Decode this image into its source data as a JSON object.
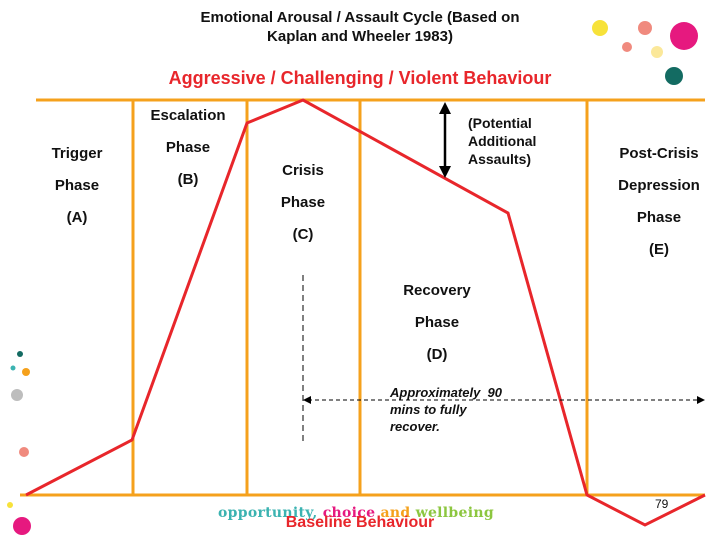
{
  "title_line1": "Emotional Arousal / Assault Cycle (Based on",
  "title_line2": "Kaplan and Wheeler 1983)",
  "top_label": "Aggressive / Challenging / Violent Behaviour",
  "bottom_label": "Baseline Behaviour",
  "phases": {
    "trigger": {
      "l1": "Trigger",
      "l2": "Phase",
      "l3": "(A)"
    },
    "escalation": {
      "l1": "Escalation",
      "l2": "Phase",
      "l3": "(B)"
    },
    "crisis": {
      "l1": "Crisis",
      "l2": "Phase",
      "l3": "(C)"
    },
    "recovery": {
      "l1": "Recovery",
      "l2": "Phase",
      "l3": "(D)"
    },
    "post_crisis": {
      "l1": "Post-Crisis",
      "l2": "Depression",
      "l3": "Phase",
      "l4": "(E)"
    }
  },
  "potential_note": {
    "l1": "(Potential",
    "l2": "Additional",
    "l3": "Assaults)"
  },
  "recovery_note": {
    "l1": "Approximately  90",
    "l2": "mins to fully",
    "l3": "recover."
  },
  "footer": {
    "w1": "opportunity,",
    "w2": "choice",
    "w3": "and",
    "w4": "wellbeing"
  },
  "page_number": "79",
  "colors": {
    "frame": "#f5a11c",
    "curve": "#e8262b",
    "accent_red": "#e8262b",
    "footer_teal": "#3bb3b1",
    "footer_pink": "#e6197f",
    "footer_orange": "#f5a11c",
    "footer_green": "#8cc63f"
  }
}
